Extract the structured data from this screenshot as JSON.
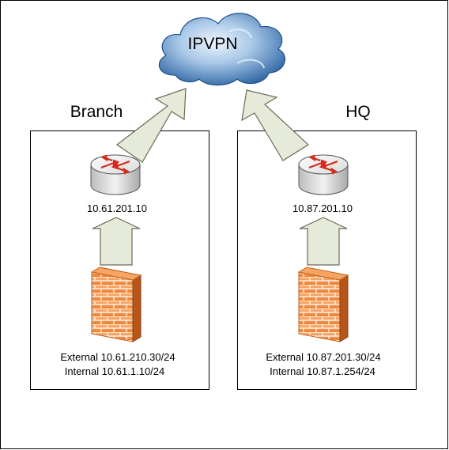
{
  "cloud": {
    "label": "IPVPN"
  },
  "sites": {
    "branch": {
      "title": "Branch",
      "router_ip": "10.61.201.10",
      "firewall_external": "External 10.61.210.30/24",
      "firewall_internal": "Internal 10.61.1.10/24"
    },
    "hq": {
      "title": "HQ",
      "router_ip": "10.87.201.10",
      "firewall_external": "External 10.87.201.30/24",
      "firewall_internal": "Internal 10.87.1.254/24"
    }
  },
  "colors": {
    "arrow_fill": "#e6ead8",
    "arrow_stroke": "#6b6b5a",
    "cloud_light": "#c9def2",
    "cloud_dark": "#3f78b4",
    "router_body": "#d8d8d8",
    "router_arrows": "#d52b1e",
    "firewall_orange": "#f08a3c"
  }
}
